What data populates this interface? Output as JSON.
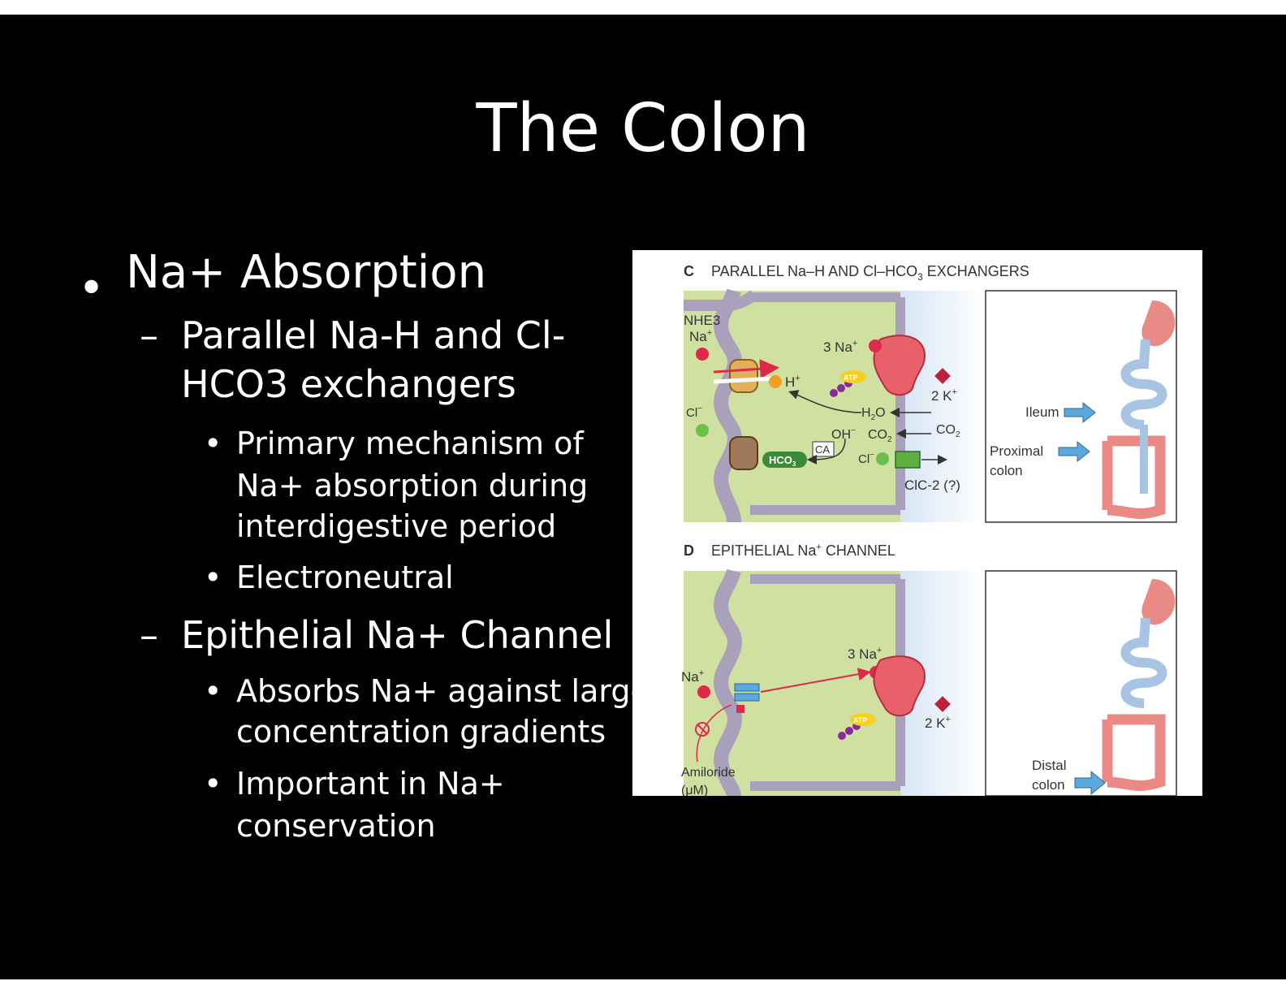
{
  "slide": {
    "title": "The Colon",
    "bullets": {
      "level1": "Na+ Absorption",
      "sub1": {
        "line1": "Parallel Na-H and Cl-",
        "line2": "HCO3 exchangers",
        "items": [
          {
            "lines": [
              "Primary mechanism of",
              "Na+ absorption during",
              "interdigestive period"
            ]
          },
          {
            "lines": [
              "Electroneutral"
            ]
          }
        ]
      },
      "sub2": {
        "line1": "Epithelial Na+ Channel",
        "items": [
          {
            "lines": [
              "Absorbs Na+ against large",
              "concentration gradients"
            ]
          },
          {
            "lines": [
              "Important in Na+",
              "conservation"
            ]
          }
        ]
      }
    },
    "bullet_glyph": "•",
    "dash_glyph": "–"
  },
  "figure": {
    "panel_c": {
      "letter": "C",
      "title_pre": "PARALLEL Na–H AND Cl–HCO",
      "title_sub": "3",
      "title_post": " EXCHANGERS",
      "nhe3": "NHE3",
      "na": "Na",
      "sup_plus": "+",
      "sup_minus": "−",
      "sub_2": "2",
      "sub_3": "3",
      "three_na": "3 Na",
      "h": "H",
      "two_k": "2 K",
      "cl": "Cl",
      "h2o": "H",
      "h2o_o": "O",
      "oh": "OH",
      "co2": "CO",
      "ca": "CA",
      "hco3": "HCO",
      "atp": "ATP",
      "clc2": "ClC-2 (?)",
      "ileum": "Ileum",
      "proximal_line1": "Proximal",
      "proximal_line2": "colon"
    },
    "panel_d": {
      "letter": "D",
      "title_pre": "EPITHELIAL Na",
      "title_sup": "+",
      "title_post": " CHANNEL",
      "three_na": "3 Na",
      "na": "Na",
      "two_k": "2 K",
      "atp": "ATP",
      "amiloride_line1": "Amiloride",
      "amiloride_line2": "(μM)",
      "distal_line1": "Distal",
      "distal_line2": "colon"
    },
    "colors": {
      "cell_green": "#cfe0a0",
      "blood_blue": "#bcd4ee",
      "membrane": "#a9a0bb",
      "na_red": "#e0284a",
      "pump_red": "#e8606a",
      "h_orange": "#f0a020",
      "cl_green": "#6cc04a",
      "hco3_green": "#3a8a3a",
      "gut_pink": "#e98a84",
      "gut_blue": "#a8c4e4",
      "arrow_blue": "#5aa8dc"
    }
  }
}
